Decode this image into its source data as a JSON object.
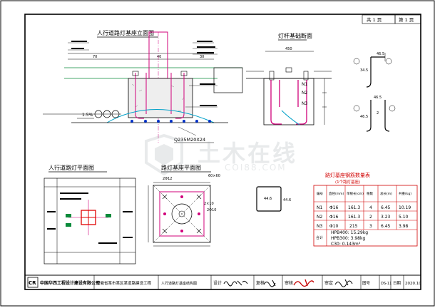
{
  "header": {
    "sheet_total": "共 1 页",
    "sheet_no": "第 1 页"
  },
  "views": {
    "elevation": {
      "title": "人行道路灯基座立面图"
    },
    "flange": {
      "title": "灯杆基础断面"
    },
    "plan": {
      "title": "人行道路灯平面图"
    },
    "base_plan": {
      "title": "路灯基座平面图"
    },
    "rebar_table": {
      "title": "路灯基座钢筋数量表"
    }
  },
  "elevation_labels": {
    "ratio": "1.5%",
    "bolt_spec": "Q235M20X24",
    "dims": [
      "70",
      "40",
      "30"
    ]
  },
  "flange_dims": {
    "top": "450",
    "n1": "N1",
    "n2": "N2",
    "n3": "N3"
  },
  "rebar_shapes": {
    "shape1_dims": [
      "46.5",
      "34.5"
    ],
    "shape2_dims": [
      "46.5",
      "2",
      "46.5"
    ],
    "shape3_dims": [
      "44.6",
      "44.6"
    ]
  },
  "base_plan_labels": {
    "dim_top": "60×60",
    "dim_bottom": "2×10",
    "label_a": "2Φ12",
    "label_b": "2Φ10"
  },
  "table": {
    "subtitle": "(1个路灯基座)",
    "headers": [
      "编号",
      "直径(mm)",
      "单根长(cm)",
      "根数",
      "总长(m)",
      "共重(kg)"
    ],
    "rows": [
      [
        "N1",
        "Φ16",
        "161.3",
        "4",
        "6.45",
        "10.19"
      ],
      [
        "N2",
        "Φ16",
        "161.3",
        "2",
        "3.23",
        "5.10"
      ],
      [
        "N3",
        "Φ10",
        "215",
        "3",
        "6.45",
        "3.98"
      ]
    ],
    "summary_label": "合计",
    "summary": [
      "HPB400: 15.29kg",
      "HPB300: 3.98kg",
      "C30: 0.143m³"
    ]
  },
  "title_block": {
    "logo": "CR",
    "company": "中国华西工程设计建设有限公司",
    "project": "安徽省某市某区某道路建设工程",
    "drawing": "人行道路灯基座结构图",
    "design": "设计",
    "check": "复核",
    "review": "审核",
    "approve": "审定",
    "number_label": "图号",
    "number": "DS-11",
    "date_label": "日期",
    "date": "2020.10"
  },
  "watermark": {
    "text": "土木在线",
    "sub": "COI88.COM"
  },
  "colors": {
    "border": "#000000",
    "cyan": "#00a0c8",
    "magenta": "#d0007a",
    "green": "#0a8a3a",
    "red": "#e00000",
    "blue": "#0030c8",
    "table_red": "#d10000"
  }
}
